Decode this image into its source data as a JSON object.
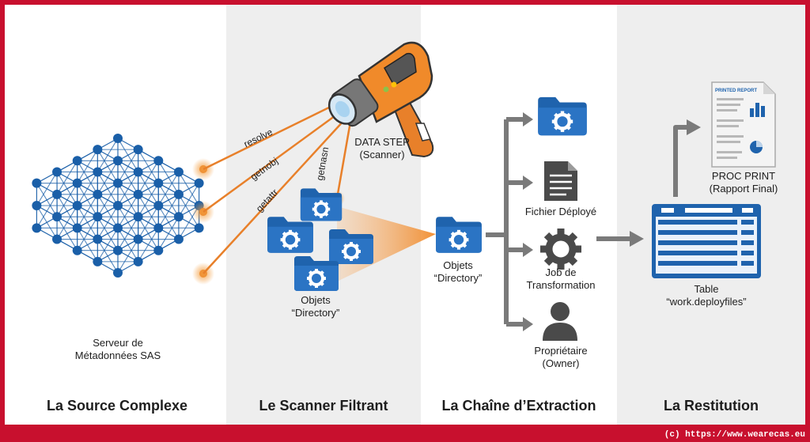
{
  "sections": {
    "source": "La Source Complexe",
    "scanner": "Le Scanner Filtrant",
    "extraction": "La Chaîne d’Extraction",
    "restitution": "La Restitution"
  },
  "server": {
    "line1": "Serveur de",
    "line2": "Métadonnées SAS"
  },
  "scanner": {
    "line1": "DATA STEP",
    "line2": "(Scanner)"
  },
  "functions": [
    "resolve",
    "getnobj",
    "getattr",
    "getnasn"
  ],
  "scanned_objects": {
    "line1": "Objets",
    "line2": "“Directory”"
  },
  "directory_objects": {
    "line1": "Objets",
    "line2": "“Directory”"
  },
  "outputs": {
    "file": "Fichier Déployé",
    "job_line1": "Job de",
    "job_line2": "Transformation",
    "owner_line1": "Propriétaire",
    "owner_line2": "(Owner)"
  },
  "table": {
    "line1": "Table",
    "line2": "“work.deployfiles”"
  },
  "report": {
    "line1": "PROC PRINT",
    "line2": "(Rapport Final)",
    "header": "PRINTED REPORT"
  },
  "footer": "(c) https://www.wearecas.eu",
  "colors": {
    "frame": "#c8102e",
    "network": "#1a5fa8",
    "beam": "#e8802a",
    "arrow": "#7a7a7a",
    "folder": "#1f63ad"
  }
}
